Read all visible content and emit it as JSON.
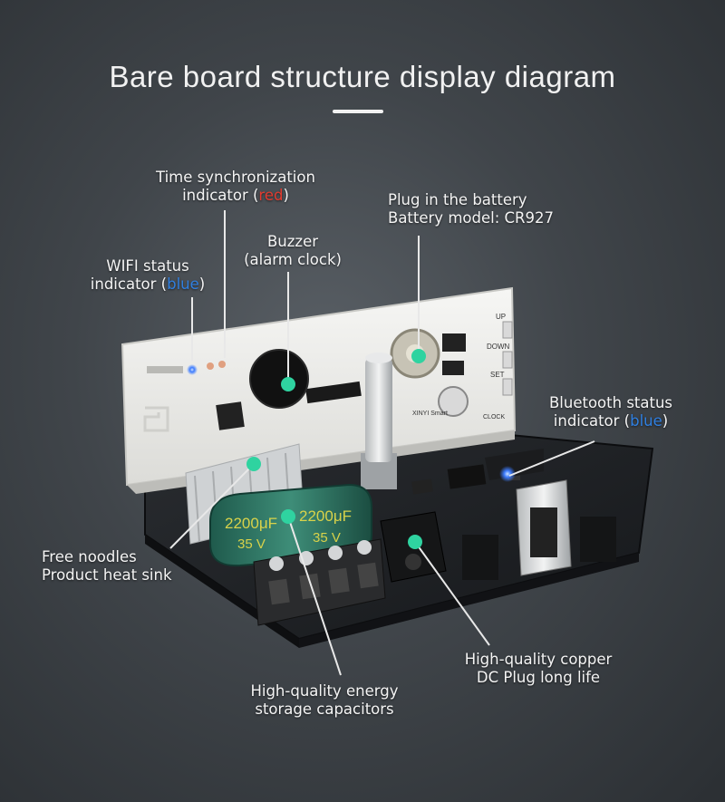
{
  "title": "Bare board structure display diagram",
  "colors": {
    "accent_dot": "#2fd3a0",
    "red_highlight": "#e23b2f",
    "blue_highlight": "#2f7fe0"
  },
  "labels": {
    "time_sync": {
      "line1": "Time synchronization",
      "line2_prefix": "indicator (",
      "line2_color_word": "red",
      "line2_suffix": ")"
    },
    "battery": {
      "line1": "Plug in the battery",
      "line2": "Battery model: CR927"
    },
    "buzzer": {
      "line1": "Buzzer",
      "line2": "(alarm clock)"
    },
    "wifi": {
      "line1": "WIFI status",
      "line2_prefix": "indicator (",
      "line2_color_word": "blue",
      "line2_suffix": ")"
    },
    "bluetooth": {
      "line1": "Bluetooth status",
      "line2_prefix": "indicator (",
      "line2_color_word": "blue",
      "line2_suffix": ")"
    },
    "heat_sink": {
      "line1": "Free noodles",
      "line2": "Product heat sink"
    },
    "copper_plug": {
      "line1": "High-quality copper",
      "line2": "DC Plug long life"
    },
    "capacitors": {
      "line1": "High-quality energy",
      "line2": "storage capacitors"
    }
  },
  "board_text": {
    "cap_value": "2200μF",
    "cap_voltage": "35 V",
    "btn_up": "UP",
    "btn_down": "DOWN",
    "btn_set": "SET",
    "brand": "XINYI Smart",
    "clock": "CLOCK"
  }
}
